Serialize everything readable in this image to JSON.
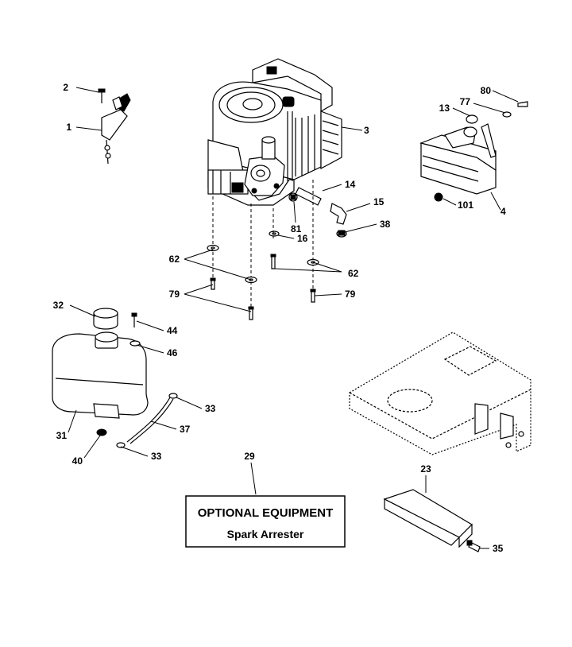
{
  "diagram": {
    "callouts": {
      "c1": "1",
      "c2": "2",
      "c3": "3",
      "c4": "4",
      "c13": "13",
      "c14": "14",
      "c15": "15",
      "c16": "16",
      "c23": "23",
      "c29": "29",
      "c31": "31",
      "c32": "32",
      "c33a": "33",
      "c33b": "33",
      "c35": "35",
      "c37": "37",
      "c38": "38",
      "c40": "40",
      "c44": "44",
      "c46": "46",
      "c62a": "62",
      "c62b": "62",
      "c77": "77",
      "c79a": "79",
      "c79b": "79",
      "c80": "80",
      "c81": "81",
      "c101": "101"
    },
    "optional_box": {
      "title": "OPTIONAL EQUIPMENT",
      "subtitle": "Spark Arrester"
    }
  }
}
